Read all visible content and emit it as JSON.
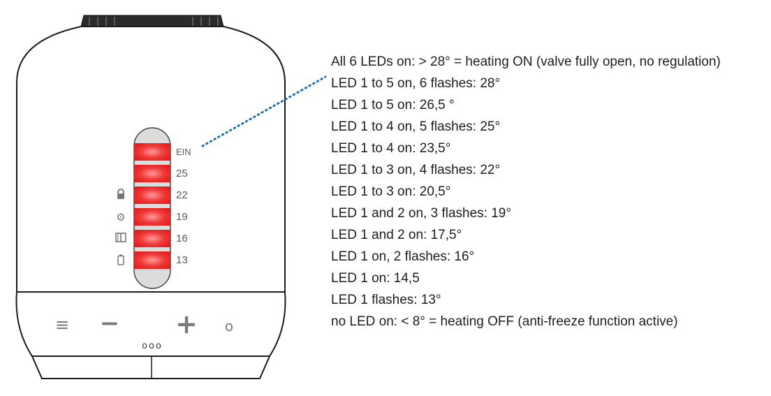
{
  "device": {
    "scale_labels": [
      "EIN",
      "25",
      "22",
      "19",
      "16",
      "13"
    ],
    "status_icons": [
      "lock-icon",
      "gear-icon",
      "window-open-icon",
      "battery-icon"
    ],
    "buttons": {
      "menu": "≡",
      "minus": "−",
      "plus": "+",
      "ok": "o",
      "more": "ooo"
    },
    "led_color": "#ee2a2a",
    "led_count": 6
  },
  "legend": [
    "All 6 LEDs on: > 28° = heating ON (valve fully open, no regulation)",
    "LED 1 to 5 on, 6 flashes: 28°",
    "LED 1 to 5 on: 26,5 °",
    "LED 1 to 4 on, 5 flashes: 25°",
    "LED 1 to 4 on: 23,5°",
    "LED 1 to 3 on, 4 flashes: 22°",
    "LED 1 to 3 on: 20,5°",
    "LED 1 and 2 on, 3 flashes: 19°",
    "LED 1 and 2 on: 17,5°",
    "LED 1 on, 2 flashes: 16°",
    "LED 1 on: 14,5",
    "LED 1 flashes: 13°",
    "no LED on: < 8° = heating OFF (anti-freeze function active)"
  ],
  "pointer_color": "#1f6fa8"
}
